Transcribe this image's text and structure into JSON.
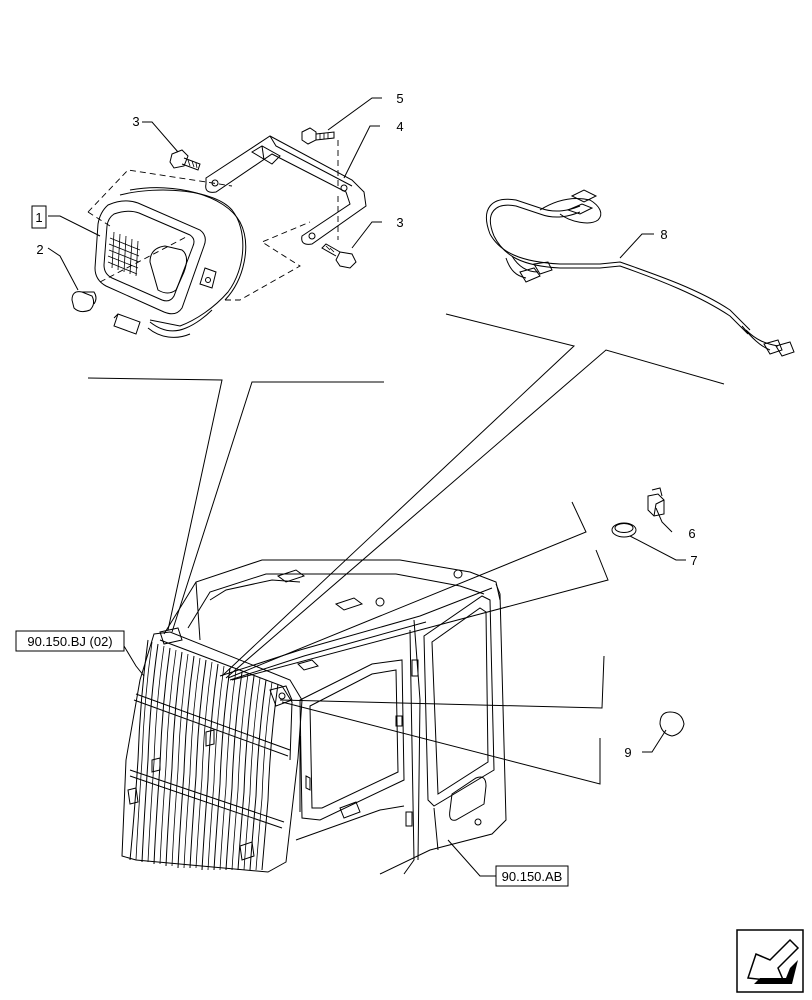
{
  "callouts": {
    "c1": "1",
    "c2": "2",
    "c3a": "3",
    "c3b": "3",
    "c4": "4",
    "c5": "5",
    "c6": "6",
    "c7": "7",
    "c8": "8",
    "c9": "9"
  },
  "references": {
    "ref_bj": "90.150.BJ (02)",
    "ref_ab": "90.150.AB"
  },
  "nav_icon": "arrow-next-icon"
}
